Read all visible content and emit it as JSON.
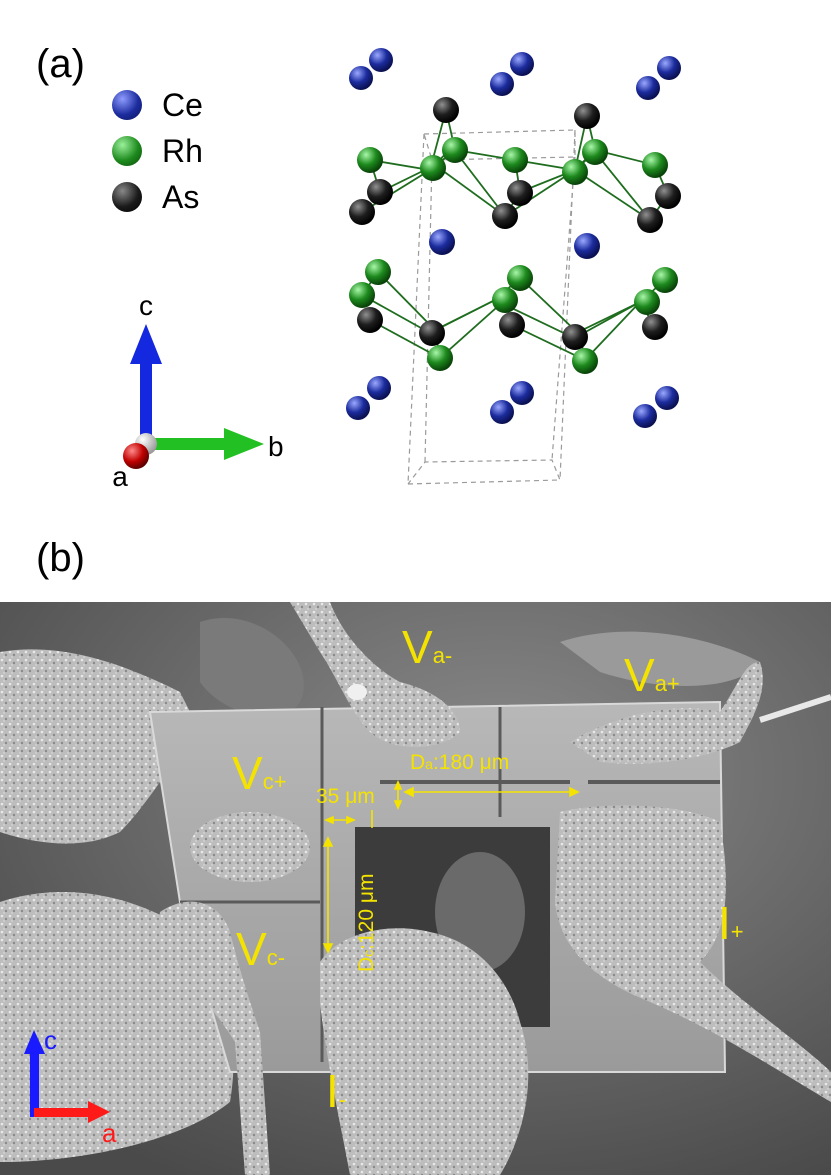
{
  "panel_a": {
    "label": "(a)",
    "legend": [
      {
        "label": "Ce",
        "color": "#1c2c9e"
      },
      {
        "label": "Rh",
        "color": "#1d8a1d"
      },
      {
        "label": "As",
        "color": "#1a1a1a"
      }
    ],
    "axes": {
      "c": "c",
      "b": "b",
      "a": "a"
    }
  },
  "panel_b": {
    "label": "(b)",
    "contacts": {
      "va_minus": {
        "main": "V",
        "sub": "a-"
      },
      "va_plus": {
        "main": "V",
        "sub": "a+"
      },
      "vc_plus": {
        "main": "V",
        "sub": "c+"
      },
      "vc_minus": {
        "main": "V",
        "sub": "c-"
      },
      "i_plus": {
        "main": "I",
        "sub": "+"
      },
      "i_minus": {
        "main": "I",
        "sub": "-"
      }
    },
    "dimensions": {
      "da": {
        "main": "D",
        "sub": "a",
        "value": ":180 μm"
      },
      "dc": {
        "main": "D",
        "sub": "c",
        "value": ":120 μm"
      },
      "gap": "35 μm"
    },
    "axes": {
      "c": "c",
      "a": "a"
    },
    "colors": {
      "annotation": "#f4e300",
      "axis_c": "#1a1aff",
      "axis_a": "#ff1a1a"
    }
  }
}
